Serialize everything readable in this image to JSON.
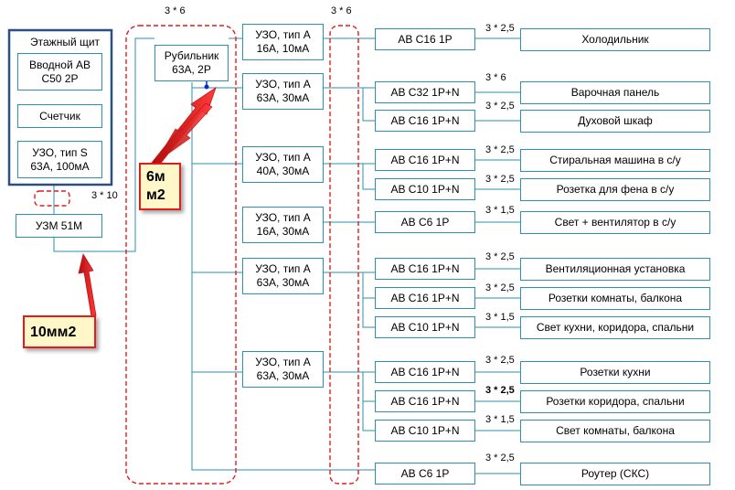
{
  "panel": {
    "title": "Этажный щит",
    "main_breaker": "Вводной АВ\nС50 2Р",
    "meter": "Счетчик",
    "rcd": "УЗО, тип S\n63А, 100мА"
  },
  "uzm": "УЗМ 51М",
  "switch": "Рубильник\n63А, 2Р",
  "cables": {
    "main": "3 * 10",
    "bus_left": "3 * 6",
    "bus_right": "3 * 6"
  },
  "callouts": {
    "small": "6м\nм2",
    "main": "10мм2"
  },
  "rcds": [
    "УЗО, тип А\n16А, 10мА",
    "УЗО, тип А\n63А, 30мА",
    "УЗО, тип А\n40А, 30мА",
    "УЗО, тип А\n16А, 30мА",
    "УЗО, тип А\n63А, 30мА",
    "УЗО, тип А\n63А, 30мА"
  ],
  "breakers": [
    "АВ   С16   1Р",
    "АВ   С32   1Р+N",
    "АВ   С16   1Р+N",
    "АВ   С16   1Р+N",
    "АВ   С10   1Р+N",
    "АВ   С6   1Р",
    "АВ   С16   1Р+N",
    "АВ   С16   1Р+N",
    "АВ   С10   1Р+N",
    "АВ   С16   1Р+N",
    "АВ   С16   1Р+N",
    "АВ   С10   1Р+N",
    "АВ   С6   1Р"
  ],
  "wire_sizes": [
    "3 * 2,5",
    "3 * 6",
    "3 * 2,5",
    "3 * 2,5",
    "3 * 2,5",
    "3 * 1,5",
    "3 * 2,5",
    "3 * 2,5",
    "3 * 1,5",
    "3 * 2,5",
    "3 * 2,5",
    "3 * 1,5",
    "3 * 2,5"
  ],
  "loads": [
    "Холодильник",
    "Варочная панель",
    "Духовой шкаф",
    "Стиральная машина в с/у",
    "Розетка для фена в с/у",
    "Свет + вентилятор в с/у",
    "Вентиляционная установка",
    "Розетки комнаты, балкона",
    "Свет кухни, коридора, спальни",
    "Розетки кухни",
    "Розетки коридора, спальни",
    "Свет комнаты, балкона",
    "Роутер (СКС)"
  ],
  "colors": {
    "line": "#2e8fae",
    "frame": "#2b4f80",
    "dash": "#e01c1c",
    "arrow": "#e01c1c"
  }
}
